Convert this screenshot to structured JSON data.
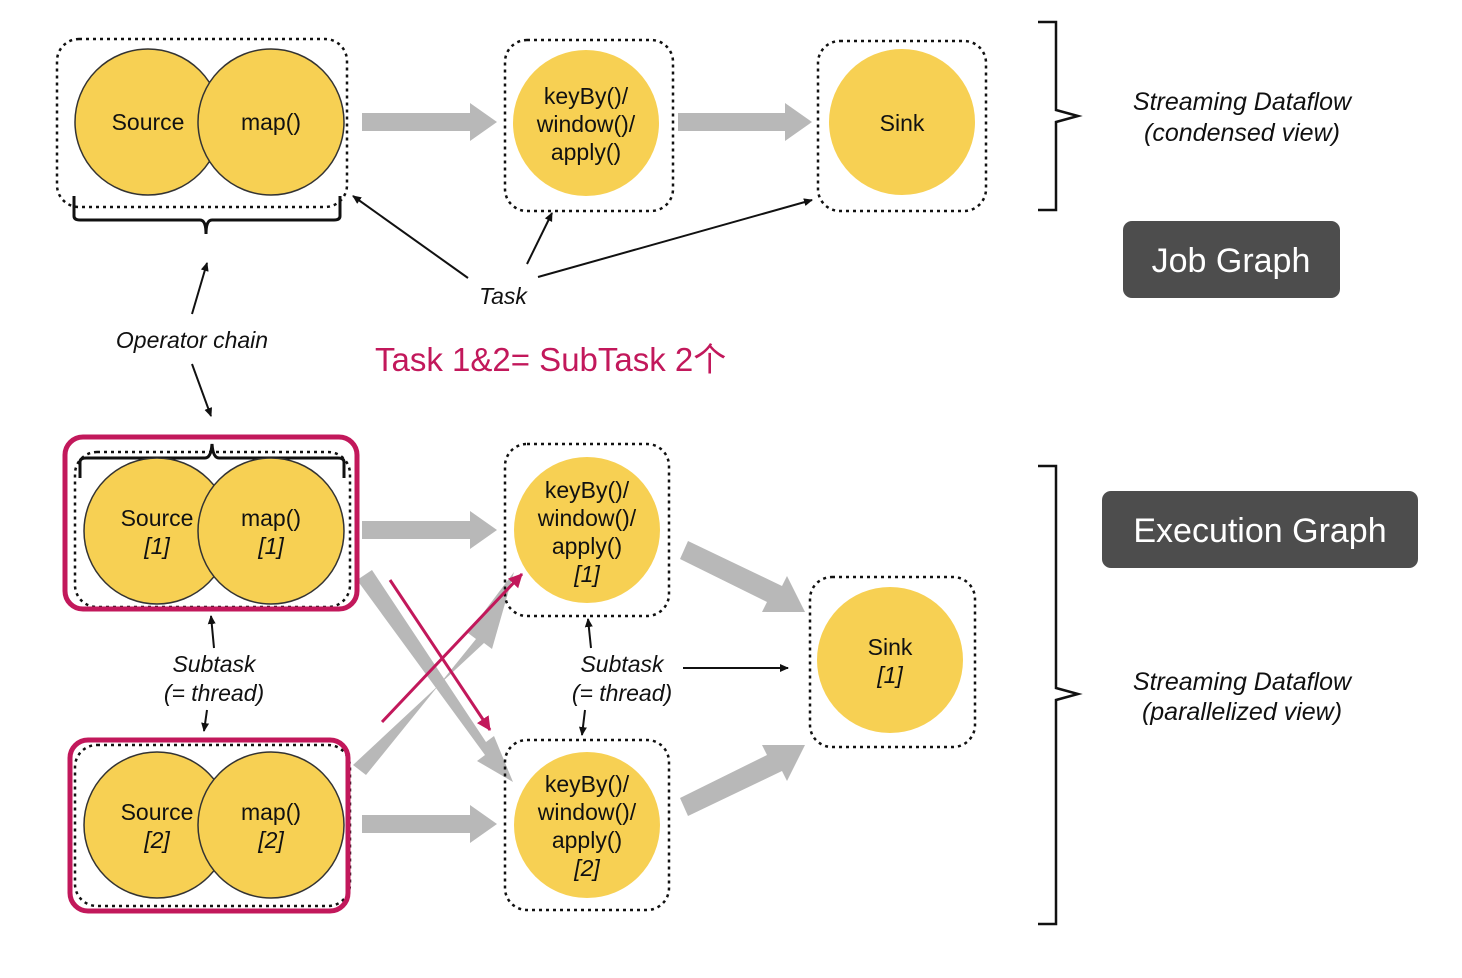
{
  "nodes": {
    "source": "Source",
    "map": "map()",
    "keyby": [
      "keyBy()/",
      "window()/",
      "apply()"
    ],
    "sink": "Sink",
    "p1": "[1]",
    "p2": "[2]"
  },
  "annotations": {
    "task": "Task",
    "operator_chain": "Operator chain",
    "subtask": [
      "Subtask",
      "(= thread)"
    ]
  },
  "views": {
    "condensed": [
      "Streaming Dataflow",
      "(condensed view)"
    ],
    "parallelized": [
      "Streaming Dataflow",
      "(parallelized view)"
    ]
  },
  "badges": {
    "job_graph": "Job Graph",
    "execution_graph": "Execution Graph"
  },
  "note": "Task 1&2= SubTask 2个",
  "colors": {
    "operator_fill": "#F7D053",
    "operator_stroke": "#333333",
    "flow_arrow": "#B8B8B8",
    "highlight": "#C2185B",
    "badge_bg": "#4D4D4D"
  }
}
